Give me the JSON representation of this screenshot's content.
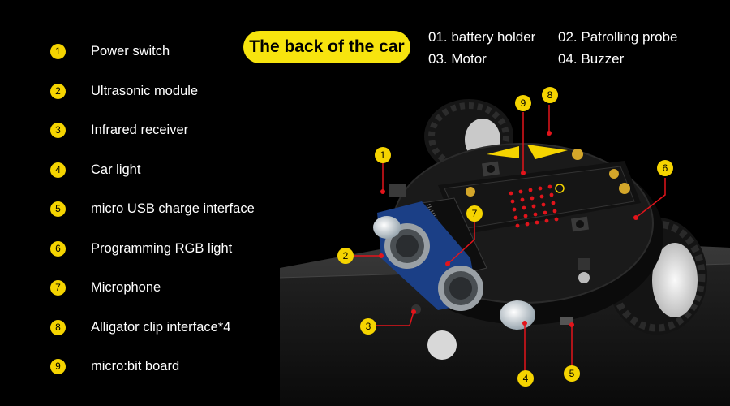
{
  "legend": [
    {
      "num": "1",
      "label": "Power switch"
    },
    {
      "num": "2",
      "label": "Ultrasonic module"
    },
    {
      "num": "3",
      "label": "Infrared receiver"
    },
    {
      "num": "4",
      "label": "Car light"
    },
    {
      "num": "5",
      "label": "micro USB charge interface"
    },
    {
      "num": "6",
      "label": "Programming RGB light"
    },
    {
      "num": "7",
      "label": "Microphone"
    },
    {
      "num": "8",
      "label": "Alligator clip interface*4"
    },
    {
      "num": "9",
      "label": "micro:bit board"
    }
  ],
  "back": {
    "title": "The back of the car",
    "items": [
      "01. battery holder",
      "02. Patrolling probe",
      "03. Motor",
      "04. Buzzer"
    ]
  },
  "callouts": [
    "1",
    "2",
    "3",
    "4",
    "5",
    "6",
    "7",
    "8",
    "9"
  ],
  "colors": {
    "accent": "#f5d400",
    "badge": "#f7e40e",
    "pointer": "#e3141b",
    "background": "#000000"
  }
}
